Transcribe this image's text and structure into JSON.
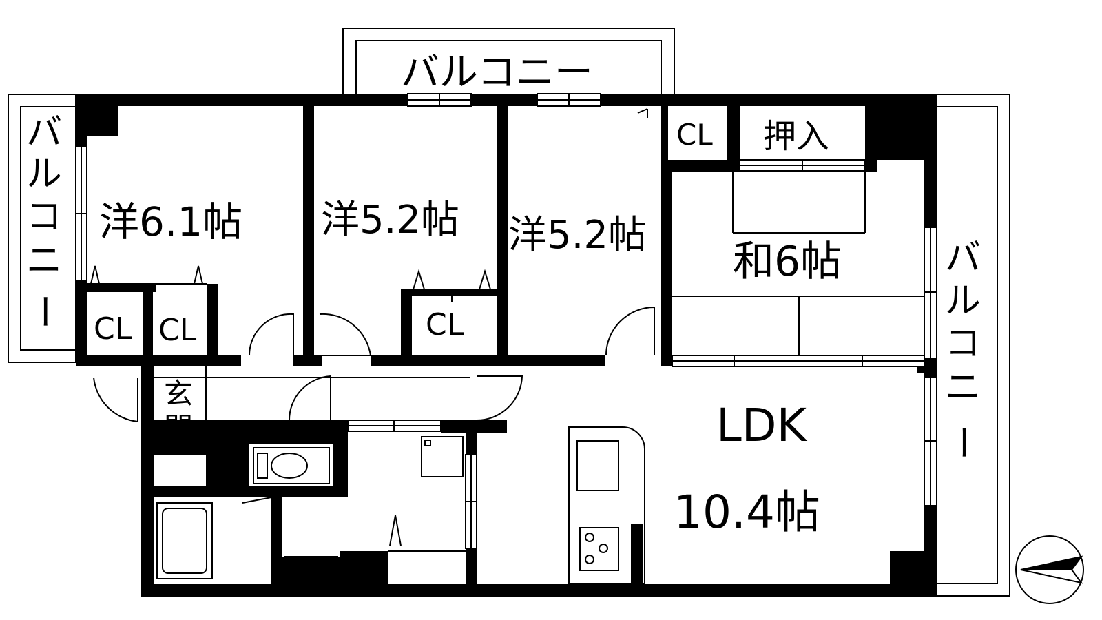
{
  "rooms": {
    "western_1": "洋6.1帖",
    "western_2": "洋5.2帖",
    "western_3": "洋5.2帖",
    "japanese": "和6帖",
    "ldk_name": "LDK",
    "ldk_size": "10.4帖"
  },
  "storage": {
    "closet_1": "CL",
    "closet_2": "CL",
    "closet_3": "CL",
    "closet_4": "CL",
    "oshiire": "押入"
  },
  "entrance": {
    "line1": "玄",
    "line2": "関"
  },
  "balcony": {
    "top": "バルコニー",
    "left": [
      "バ",
      "ル",
      "コ",
      "ニ",
      "ー"
    ],
    "right": [
      "バ",
      "ル",
      "コ",
      "ニ",
      "ー"
    ]
  },
  "compass": {
    "icon": "north-arrow-icon"
  },
  "colors": {
    "wall": "#000000",
    "line": "#000000",
    "background": "#ffffff"
  }
}
